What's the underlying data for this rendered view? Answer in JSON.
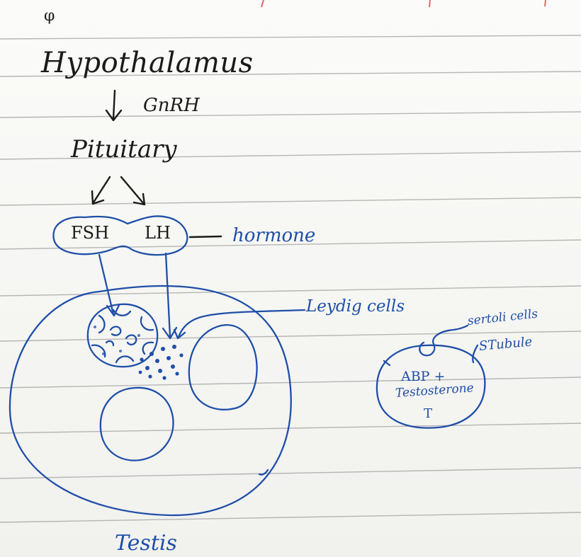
{
  "notes": {
    "mark": "φ",
    "hypothalamus": "Hypothalamus",
    "gnrh": "GnRH",
    "pituitary": "Pituitary",
    "fsh": "FSH",
    "lh": "LH",
    "hormone": "hormone",
    "leydig": "Leydig cells",
    "sertoli": "sertoli cells",
    "tubule": "STubule",
    "abp": "ABP +",
    "testosterone": "Testosterone",
    "t_mark": "T",
    "testis": "Testis"
  },
  "colors": {
    "ink_black": "#1b1b1b",
    "ink_blue": "#1f4fa8",
    "ruled_line": "#9a9a9a",
    "margin_red": "#d9534f"
  }
}
